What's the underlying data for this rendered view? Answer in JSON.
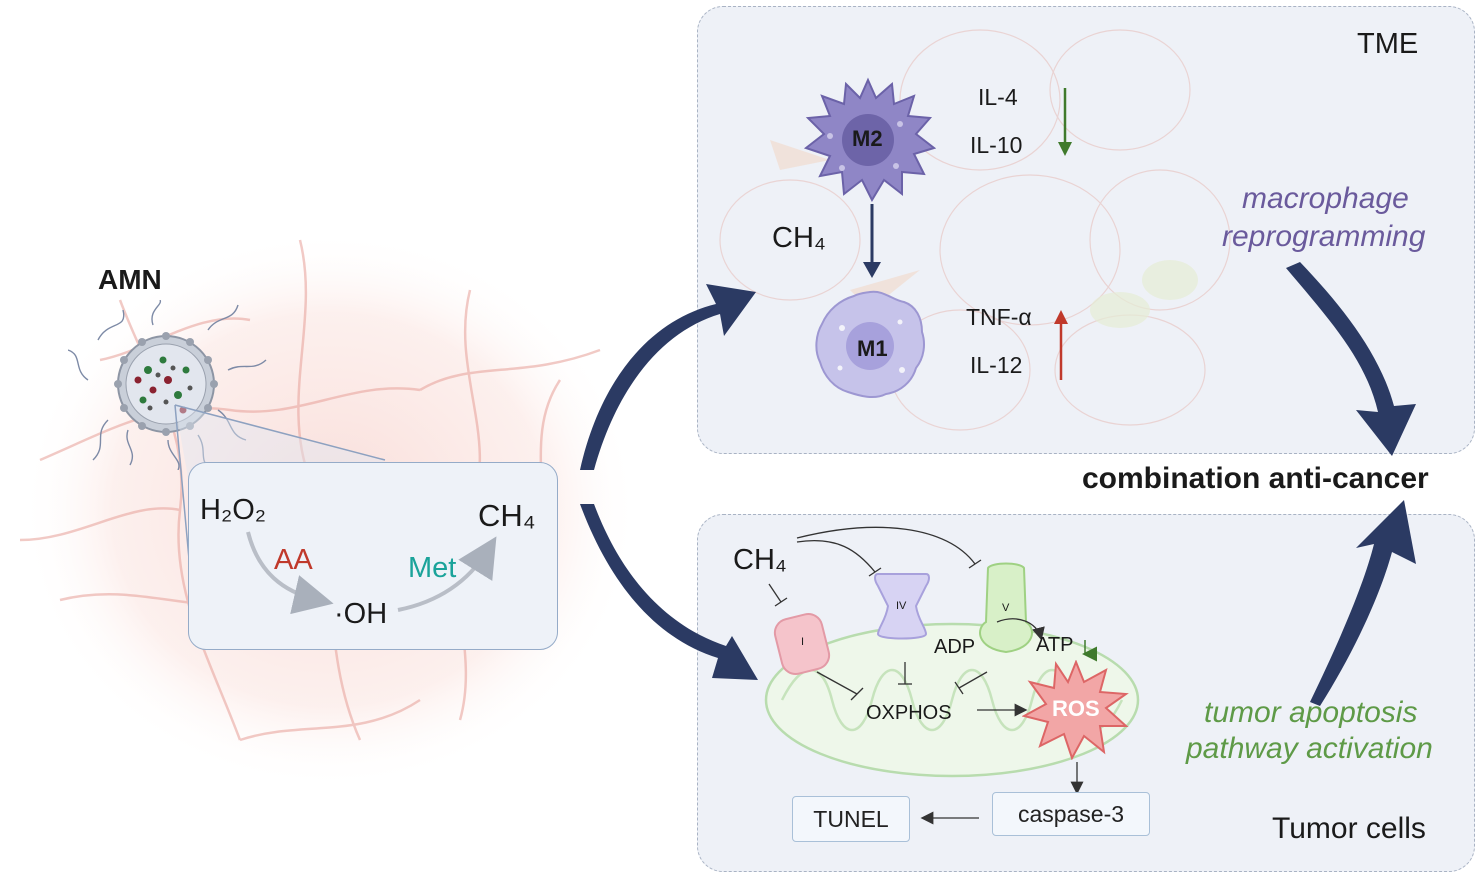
{
  "left": {
    "amn_label": "AMN",
    "reaction": {
      "h2o2": "H₂O₂",
      "aa": "AA",
      "oh": "·OH",
      "met": "Met",
      "ch4": "CH₄"
    }
  },
  "tme_panel": {
    "title": "TME",
    "m2_label": "M2",
    "m1_label": "M1",
    "ch4": "CH₄",
    "il4": "IL-4",
    "il10": "IL-10",
    "tnfa": "TNF-α",
    "il12": "IL-12",
    "reprogramming_line1": "macrophage",
    "reprogramming_line2": "reprogramming"
  },
  "center_label": "combination anti-cancer",
  "tumor_panel": {
    "title": "Tumor cells",
    "ch4": "CH₄",
    "complex_i": "I",
    "complex_iv": "IV",
    "complex_v": "V",
    "adp": "ADP",
    "atp": "ATP",
    "oxphos": "OXPHOS",
    "ros": "ROS",
    "caspase": "caspase-3",
    "tunel": "TUNEL",
    "apoptosis_line1": "tumor apoptosis",
    "apoptosis_line2": "pathway activation"
  },
  "colors": {
    "big_arrow": "#2b3a63",
    "down_arrow_green": "#3f7a2c",
    "up_arrow_red": "#c0392b",
    "aa_red": "#c0392b",
    "met_teal": "#1aa39a",
    "reprogramming_purple": "#6a5a9c",
    "apoptosis_green": "#5e9a47"
  }
}
